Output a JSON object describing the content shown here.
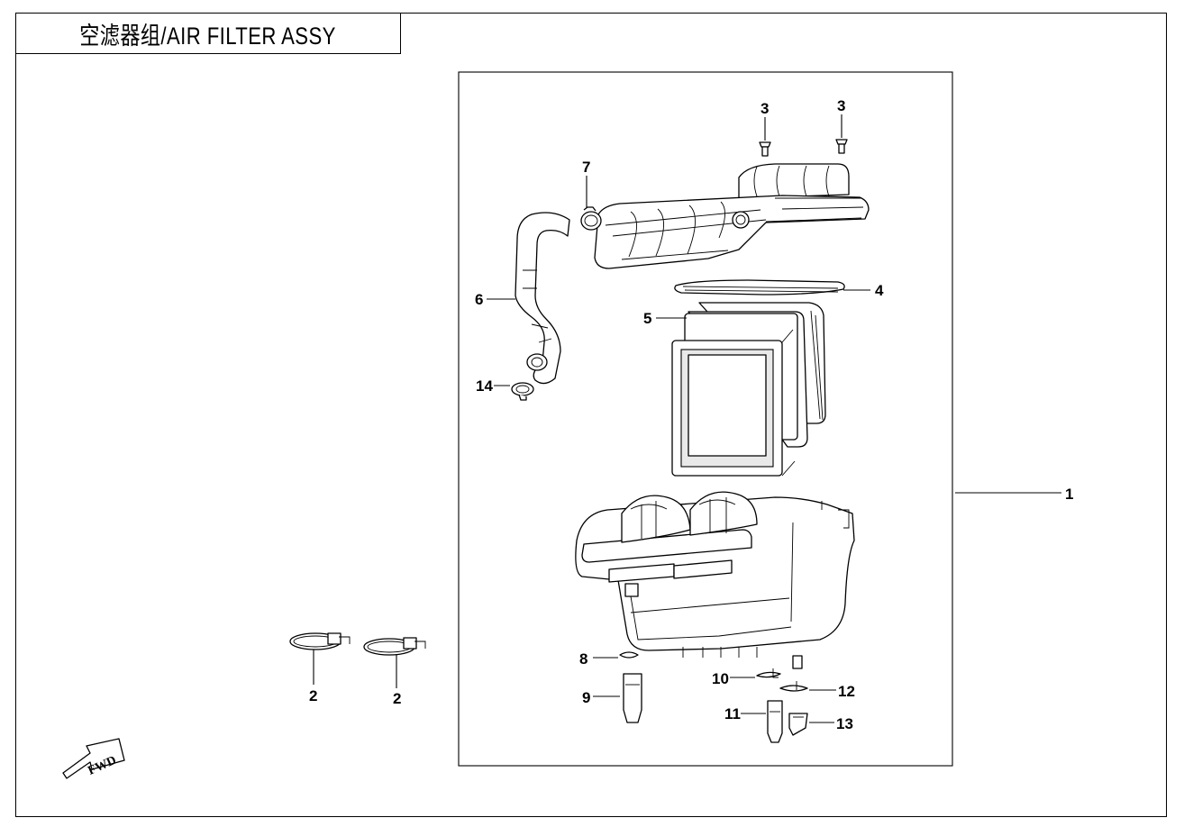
{
  "title": "空滤器组/AIR FILTER  ASSY",
  "direction_marker": "FWD",
  "callouts": {
    "assembly": "1",
    "clamp_left": "2",
    "clamp_right": "2",
    "screw_left": "3",
    "screw_right": "3",
    "gasket": "4",
    "filter_element": "5",
    "breather_hose": "6",
    "hose_clamp_top": "7",
    "drain_clip_left": "8",
    "drain_plug_left": "9",
    "drain_clip_mid": "10",
    "drain_plug_mid": "11",
    "drain_clip_right": "12",
    "drain_plug_right": "13",
    "hose_clamp_bottom": "14"
  }
}
